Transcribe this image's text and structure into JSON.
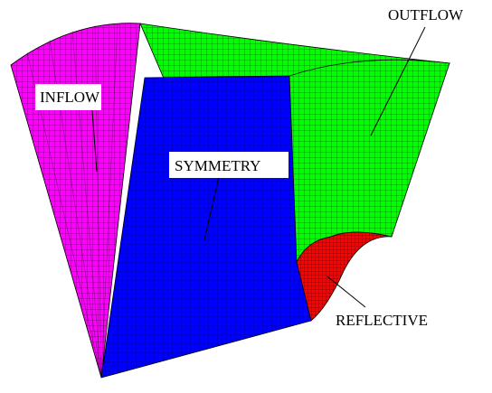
{
  "labels": {
    "inflow": "INFLOW",
    "symmetry": "SYMMETRY",
    "outflow": "OUTFLOW",
    "reflective": "REFLECTIVE"
  },
  "colors": {
    "inflow": "#ff00ff",
    "symmetry": "#0000ff",
    "outflow": "#00ff00",
    "reflective": "#ff0000",
    "mesh": "#000000"
  }
}
